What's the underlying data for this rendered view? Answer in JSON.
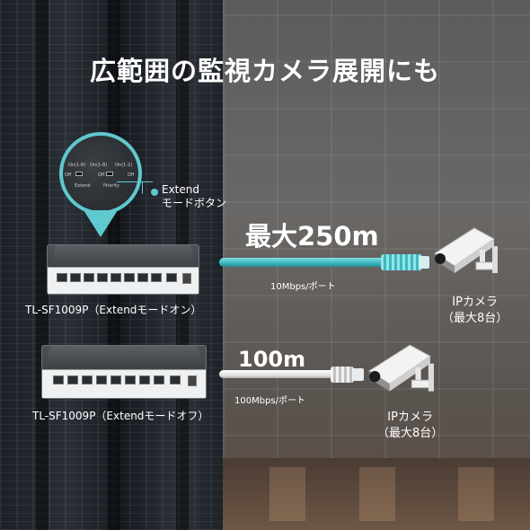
{
  "headline": "広範囲の監視カメラ展開にも",
  "magnifier": {
    "labels": [
      "On(1-8)",
      "On(1-8)",
      "On(1-2)",
      "Off",
      "Extend",
      "Off",
      "Priority",
      "Off"
    ]
  },
  "callout": {
    "line1": "Extend",
    "line2": "モードボタン"
  },
  "extend_on": {
    "distance": "最大250m",
    "speed": "10Mbps/ポート",
    "switch_label": "TL-SF1009P（Extendモードオン）",
    "camera_label_line1": "IPカメラ",
    "camera_label_line2": "（最大8台）"
  },
  "extend_off": {
    "distance": "100m",
    "speed": "100Mbps/ポート",
    "switch_label": "TL-SF1009P（Extendモードオフ）",
    "camera_label_line1": "IPカメラ",
    "camera_label_line2": "（最大8台）"
  },
  "colors": {
    "accent_teal": "#5fc9cf",
    "text": "#ffffff"
  },
  "icons": [
    "network-switch-icon",
    "ethernet-cable-icon",
    "ip-camera-icon"
  ]
}
